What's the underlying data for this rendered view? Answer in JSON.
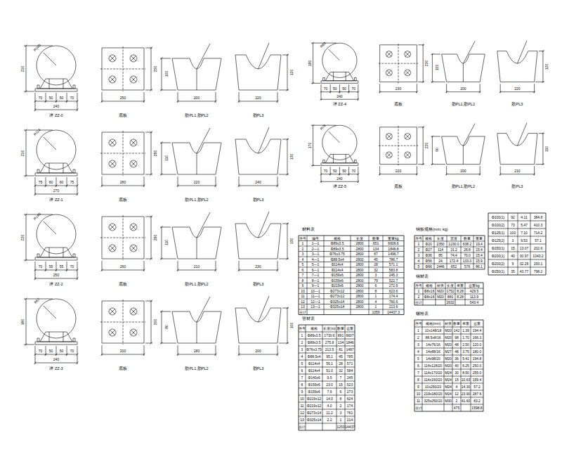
{
  "diagram": {
    "labels": [
      "R100",
      "210",
      "70",
      "50",
      "50",
      "70",
      "240",
      "详 ZZ-0",
      "250",
      "250",
      "底板",
      "100",
      "200",
      "肋PL1,肋PL2",
      "120",
      "220",
      "肋PL3",
      "R89",
      "180",
      "70",
      "50",
      "50",
      "70",
      "240",
      "详 ZZ-4",
      "230",
      "230",
      "底板",
      "100",
      "200",
      "肋PL1,肋PL2",
      "120",
      "220",
      "肋PL3",
      "R114",
      "210",
      "75",
      "60",
      "60",
      "75",
      "270",
      "详 ZZ-1",
      "280",
      "280",
      "底板",
      "110",
      "220",
      "肋PL1,肋PL2",
      "130",
      "240",
      "肋PL3",
      "R76",
      "170",
      "70",
      "50",
      "50",
      "70",
      "240",
      "详 ZZ-5",
      "220",
      "220",
      "底板",
      "90",
      "200",
      "肋PL1,肋PL2",
      "110",
      "210",
      "肋PL3",
      "R140",
      "220",
      "70",
      "55",
      "55",
      "70",
      "250",
      "详 ZZ-2",
      "260",
      "260",
      "底板",
      "110",
      "210",
      "肋PL1,肋PL2",
      "130",
      "230",
      "肋PL3",
      "R57",
      "160",
      "70",
      "50",
      "50",
      "70",
      "240",
      "详 ZZ-3",
      "200",
      "200",
      "底板",
      "80",
      "180",
      "肋PL1,肋PL2",
      "100",
      "200",
      "肋PL3",
      "材料表",
      "序号",
      "编号",
      "规格",
      "长度",
      "数量",
      "重量kg",
      "1",
      "1—1",
      "Φ89x3.5",
      "2800",
      "651",
      "6606.6",
      "2",
      "2—1",
      "Φ89x3.5",
      "2800",
      "134",
      "1846.8",
      "3",
      "3—1",
      "Φ76x3.75",
      "2800",
      "67",
      "1496.7",
      "4",
      "4—1",
      "Φ88.5x4",
      "2800",
      "45",
      "786.7",
      "5",
      "5—1",
      "Φ114x4",
      "2800",
      "28",
      "571.1",
      "6",
      "6—1",
      "Φ114x4",
      "2800",
      "32",
      "583.8",
      "7",
      "7—1",
      "Φ159x6",
      "2800",
      "3",
      "245.3",
      "8",
      "8—1",
      "Φ159x6",
      "2800",
      "79",
      "522.7",
      "9",
      "9—1",
      "Φ219x6",
      "2800",
      "6",
      "272.6",
      "10",
      "10—1",
      "Φ273x12",
      "2800",
      "8",
      "623.6",
      "11",
      "11—1",
      "Φ273x12",
      "2800",
      "1",
      "174.4",
      "12",
      "12—1",
      "Φ325x14",
      "2800",
      "4",
      "760.6",
      "13",
      "13—1",
      "Φ325x14",
      "2800",
      "1",
      "213.6",
      "合计",
      "1059",
      "14437.3",
      "管材表",
      "序号",
      "规格",
      "长度(m)",
      "数量",
      "总重",
      "1",
      "Φ89x3.5",
      "1730.6",
      "891",
      "6607",
      "2",
      "Φ89x3.5",
      "275.8",
      "134",
      "1846",
      "3",
      "Φ76x3.75",
      "213.5",
      "81",
      "1497",
      "4",
      "Φ88.5x4",
      "95.1",
      "45",
      "785",
      "5",
      "Φ114x4",
      "55.1",
      "28",
      "571",
      "6",
      "Φ114x4",
      "51.0",
      "32",
      "584",
      "7",
      "Φ140x6",
      "9.5",
      "7",
      "245",
      "8",
      "Φ159x6",
      "23.0",
      "15",
      "523",
      "9",
      "Φ159x6",
      "7.6",
      "6",
      "273",
      "10",
      "Φ219x12",
      "14.0",
      "8",
      "624",
      "11",
      "Φ219x12",
      "4.0",
      "2",
      "174",
      "12",
      "Φ273x14",
      "11.2",
      "3",
      "761",
      "13",
      "Φ325x14",
      "2.2",
      "1",
      "214",
      "合计",
      "1253",
      "14437",
      "钢板规格(mm; kg)",
      "序号",
      "规格",
      "长度",
      "宽度",
      "数量",
      "重量",
      "1",
      "Φ20",
      "2350",
      "1230.0",
      "638.2",
      "19.4",
      "2",
      "Φ27",
      "114",
      "31.2",
      "26.8",
      "15.4",
      "3",
      "Φ36",
      "85",
      "74.4",
      "70.0",
      "15.4",
      "4",
      "Φ56",
      "24",
      "172.4",
      "133.0",
      "15.9",
      "5",
      "Φ66",
      "2446",
      "652",
      "576",
      "86.1",
      "Φ100(1)",
      "92",
      "4.11",
      "384.8",
      "Φ100(2)",
      "73",
      "5.47",
      "410.3",
      "Φ125(1)",
      "100",
      "7.10",
      "714.2",
      "Φ125(2)",
      "3",
      "9.53",
      "57.1",
      "Φ150(1)",
      "15",
      "13.07",
      "202.6",
      "Φ200(1)",
      "40",
      "30.97",
      "1043.2",
      "Φ200(2)",
      "9",
      "32.29",
      "293.1",
      "Φ250(1)",
      "35",
      "43.77",
      "798.2",
      "钢材表",
      "序号",
      "规格",
      "材质",
      "长度",
      "单重",
      "总重kg",
      "1",
      "Φ8x16",
      "M20",
      "1752",
      "8.28",
      "429.5",
      "2",
      "Φ8x16",
      "M20",
      "880",
      "8.28",
      "113.9",
      "合计",
      "2632",
      "543.4",
      "螺栓表",
      "序号",
      "规格(mm)",
      "材质",
      "数量",
      "单重",
      "总重",
      "1",
      "10x148/18",
      "M20",
      "142",
      "1.39",
      "194.4",
      "2",
      "88.5x8/16",
      "M20",
      "98",
      "1.70",
      "166.3",
      "3",
      "14x76/16",
      "M20",
      "48",
      "2.50",
      "120.0",
      "4",
      "14x88/16",
      "M27",
      "48",
      "3.75",
      "180.0",
      "5",
      "14x98/20",
      "M20",
      "36",
      "5.41",
      "194.8",
      "6",
      "114x128/20",
      "M20",
      "40",
      "6.25",
      "250.0",
      "7",
      "114x170/20",
      "M24",
      "30",
      "8.50",
      "255.0",
      "8",
      "114x190/20",
      "M24",
      "15",
      "10.63",
      "159.4",
      "9",
      "10x250/20",
      "M24",
      "4",
      "14.30",
      "57.2",
      "10",
      "219x180/20",
      "M24",
      "12",
      "23.90",
      "287.6",
      "11",
      "325x250/20",
      "M30",
      "2",
      "41.60",
      "83.2",
      "合计",
      "475",
      "1598.8"
    ]
  }
}
